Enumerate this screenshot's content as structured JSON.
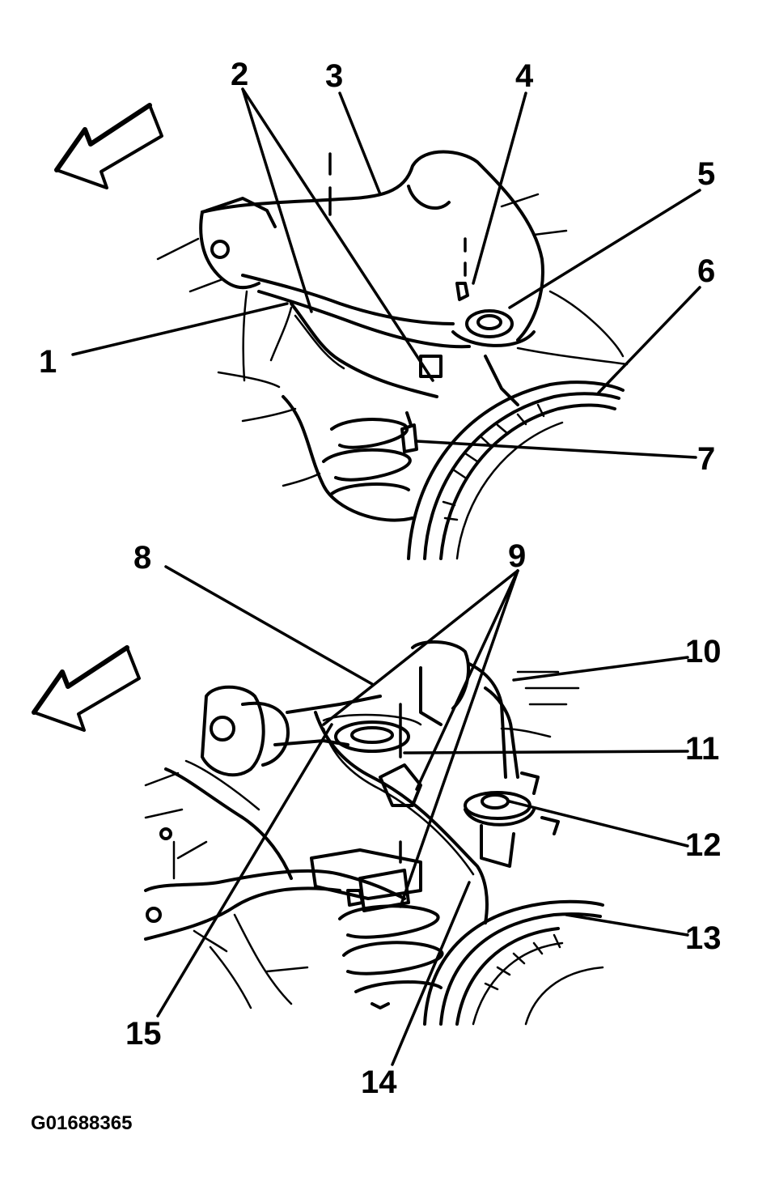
{
  "callouts": {
    "c1": "1",
    "c2": "2",
    "c3": "3",
    "c4": "4",
    "c5": "5",
    "c6": "6",
    "c7": "7",
    "c8": "8",
    "c9": "9",
    "c10": "10",
    "c11": "11",
    "c12": "12",
    "c13": "13",
    "c14": "14",
    "c15": "15"
  },
  "figure_code": "G01688365"
}
